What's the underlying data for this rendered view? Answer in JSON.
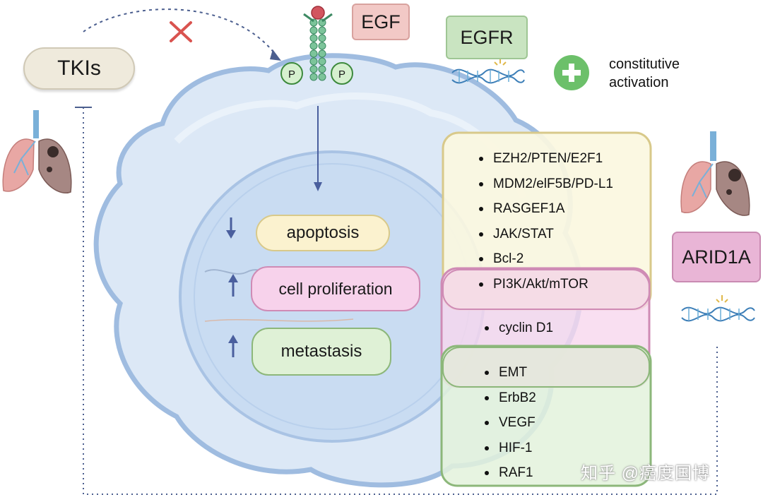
{
  "labels": {
    "tkis": "TKIs",
    "egf": "EGF",
    "egfr": "EGFR",
    "constitutive_activation": [
      "constitutive",
      "activation"
    ],
    "arid1a": "ARID1A",
    "phospho": "P"
  },
  "outcomes": {
    "apoptosis": "apoptosis",
    "cell_proliferation": "cell proliferation",
    "metastasis": "metastasis"
  },
  "pathways": {
    "yellow_group": [
      "EZH2/PTEN/E2F1",
      "MDM2/elF5B/PD-L1",
      "RASGEF1A",
      "JAK/STAT",
      "Bcl-2"
    ],
    "overlap_yellow_pink": "PI3K/Akt/mTOR",
    "pink_group": [
      "cyclin D1"
    ],
    "overlap_pink_green": "EMT",
    "green_group": [
      "ErbB2",
      "VEGF",
      "HIF-1",
      "RAF1"
    ]
  },
  "watermark": "知乎 @癌度国博",
  "colors": {
    "cell_outline": "#9fbce0",
    "cell_fill": "#dce8f6",
    "nucleus_fill": "#c9dcf2",
    "yellow_box": "#fbf7e0",
    "yellow_border": "#d8c98a",
    "pink_box": "#f7d7ee",
    "pink_border": "#cf8bb5",
    "green_box": "#e3f2dc",
    "green_border": "#8cb77a",
    "egf_tag": "#f2c9c6",
    "egfr_tag": "#c9e4c1",
    "arid1a_tag": "#e9b5d6",
    "tkis_tag": "#efeadc",
    "plus_green": "#6cc06a",
    "x_red": "#d9534f",
    "arrow_blue": "#4a5f9e"
  }
}
